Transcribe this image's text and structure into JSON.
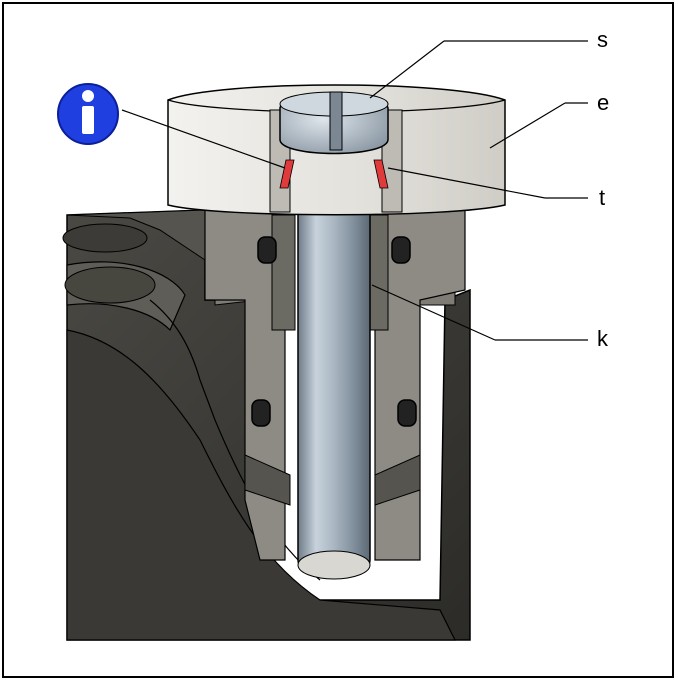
{
  "callouts": {
    "s": "s",
    "e": "e",
    "t": "t",
    "k": "k"
  },
  "info_badge": {
    "icon": "info-icon",
    "glyph": "i",
    "color": "#1f3fe0"
  },
  "colors": {
    "body_dark": "#3b3a36",
    "body_darker": "#2a2926",
    "cap_light": "#e9e7e2",
    "pin_steel": "#a9b6c2",
    "seal_red": "#e03a3a"
  }
}
